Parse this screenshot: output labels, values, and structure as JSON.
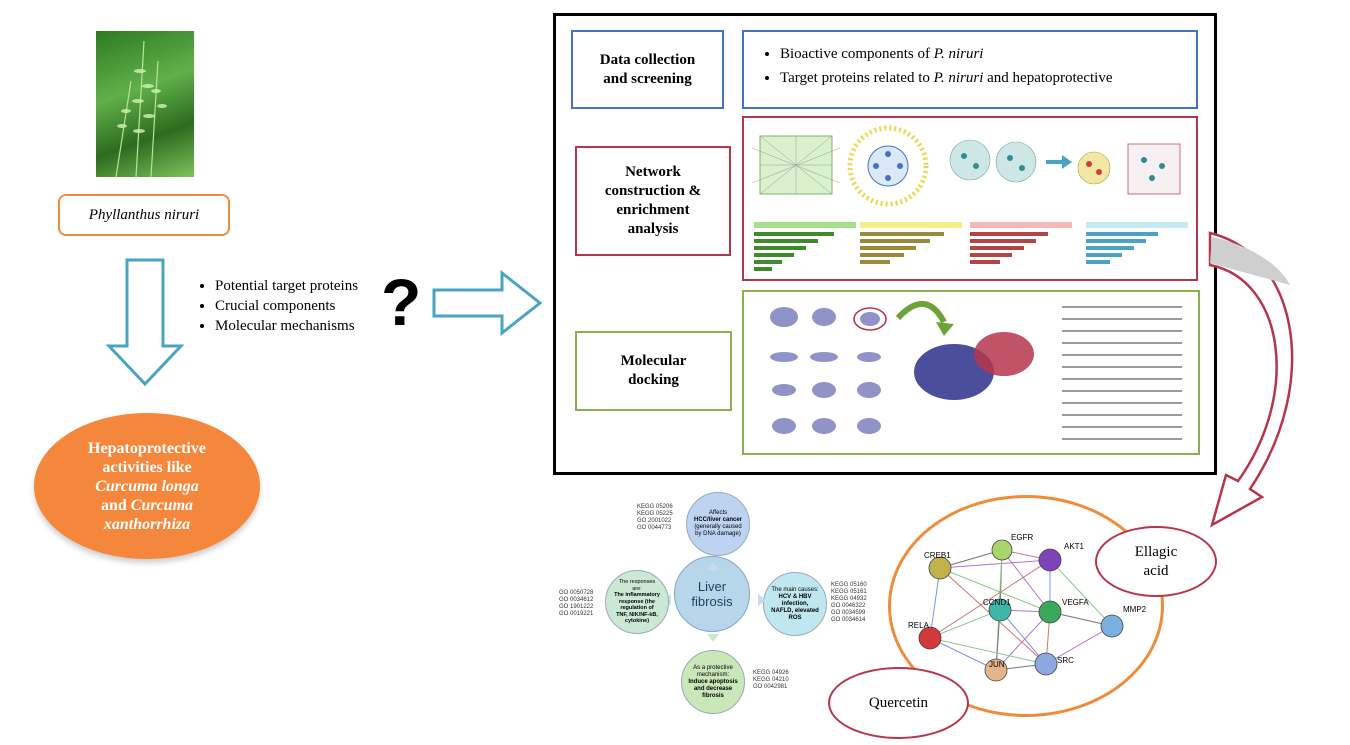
{
  "plant": {
    "name": "Phyllanthus niruri"
  },
  "questions": [
    "Potential target proteins",
    "Crucial components",
    "Molecular mechanisms"
  ],
  "question_mark": "?",
  "hepatoprotective": {
    "line1": "Hepatoprotective",
    "line2": "activities like",
    "species1": "Curcuma longa",
    "conjunction": "and",
    "species2_part1": "Curcuma",
    "species2_part2": "xanthorrhiza"
  },
  "workflow": {
    "data_collection": {
      "label_line1": "Data collection",
      "label_line2": "and screening",
      "bullet1_prefix": "Bioactive components of ",
      "bullet1_italic": "P. niruri",
      "bullet2_prefix": "Target proteins related to ",
      "bullet2_italic": "P. niruri",
      "bullet2_suffix": " and hepatoprotective"
    },
    "network": {
      "label_line1": "Network",
      "label_line2": "construction &",
      "label_line3": "enrichment",
      "label_line4": "analysis"
    },
    "docking": {
      "label_line1": "Molecular",
      "label_line2": "docking"
    }
  },
  "liver_cycle": {
    "center_line1": "Liver",
    "center_line2": "fibrosis",
    "top": {
      "line1": "Affects",
      "line2": "HCC/liver cancer",
      "line3": "(generally caused",
      "line4": "by DNA damage)",
      "codes": [
        "KEGG 05206",
        "KEGG 05225",
        "GO 2001022",
        "GO 0044773"
      ]
    },
    "right": {
      "line1": "The main causes:",
      "line2": "HCV & HBV",
      "line3": "infection,",
      "line4": "NAFLD, elevated",
      "line5": "ROS",
      "codes": [
        "KEGG 05160",
        "KEGG 05161",
        "KEGG 04932",
        "GO 0046322",
        "GO 0034599",
        "GO 0034614"
      ]
    },
    "bottom": {
      "line1": "As a protective",
      "line2": "mechanism:",
      "line3": "Induce apoptosis",
      "line4": "and decrease",
      "line5": "fibrosis",
      "codes": [
        "KEGG 04926",
        "KEGG 04210",
        "GO 0042981"
      ]
    },
    "left": {
      "line1": "The responses",
      "line2": "are:",
      "line3": "The inflammatory",
      "line4": "response (the",
      "line5": "regulation of",
      "line6": "TNF, NIK/NF-kB,",
      "line7": "cytokine)",
      "codes": [
        "GO 0050728",
        "GO 0034612",
        "GO 1901222",
        "GO 0019221"
      ]
    }
  },
  "ppi_nodes": [
    "CREB1",
    "EGFR",
    "AKT1",
    "CCND1",
    "VEGFA",
    "MMP2",
    "RELA",
    "JUN",
    "SRC"
  ],
  "compounds": {
    "ellagic_line1": "Ellagic",
    "ellagic_line2": "acid",
    "quercetin": "Quercetin"
  },
  "colors": {
    "blue_box": "#4472c4",
    "red_box": "#b5364b",
    "green_box": "#8db04e",
    "orange_box": "#ef8c3a",
    "arrow_blue": "#4aa3c5",
    "hepato_fill": "#f4873c"
  }
}
